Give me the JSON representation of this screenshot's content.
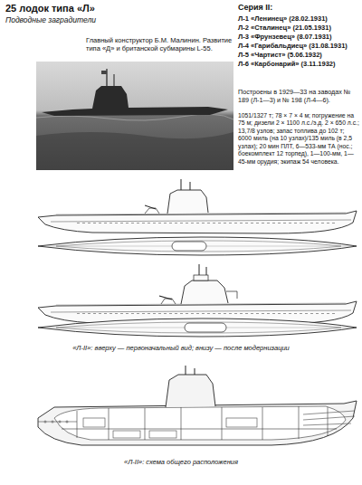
{
  "diagram": {
    "title": "25 лодок типа «Л»",
    "labels": [
      "Подводные заградители",
      "Главный конструктор Б.М. Малинин. Развитие типа «Д» и британской субмарины L-55.",
      "Серия II:",
      "Л-1 «Ленинец» (28.02.1931)",
      "Л-2 «Сталинец» (21.05.1931)",
      "Л-3 «Фрунзевец» (8.07.1931)",
      "Л-4 «Гарибальдиец» (31.08.1931)",
      "Л-5 «Чартист» (5.06.1932)",
      "Л-6 «Карбонарий» (3.11.1932)",
      "Построены в 1929—33 на заводах № 189 (Л-1—3) и № 198 (Л-4—6).",
      "1051/1327 т; 78 × 7 × 4 м; погружение на 75 м; дизели 2 × 1100 л.с./э.д. 2 × 650 л.с.; 13,7/8 узлов; запас топлива до 102 т; 6000 миль (на 10 узлах)/135 миль (в 2,5 узлах); 20 мин ПЛТ, 6—533-мм ТА (нос.; боекомплект 12 торпед), 1—100-мм, 1—45-мм орудия; экипаж 54 человека.",
      "«Л-II»: вверху — первоначальный вид; внизу — после модернизации",
      "«Л-II»: схема общего расположения"
    ]
  }
}
